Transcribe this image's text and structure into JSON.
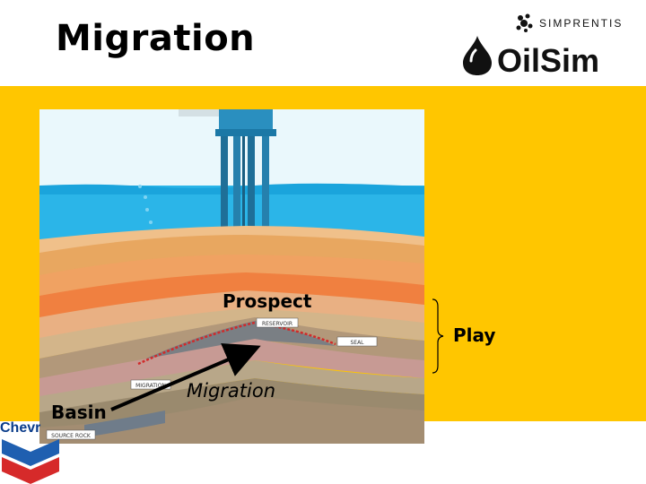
{
  "slide": {
    "title": "Migration"
  },
  "branding": {
    "simprentis_text": "SIMPRENTIS",
    "oilsim_text": "OilSim",
    "chevron_text": "Chevr"
  },
  "labels": {
    "prospect": "Prospect",
    "play": "Play",
    "migration": "Migration",
    "basin": "Basin",
    "reservoir_tag": "RESERVOIR",
    "seal_tag": "SEAL",
    "migration_tag": "MIGRATION",
    "source_rock_tag": "SOURCE ROCK"
  },
  "colors": {
    "background_band": "#ffc600",
    "sea": "#2bb5e8",
    "sky": "#eaf8fc",
    "arrow": "#000000"
  }
}
